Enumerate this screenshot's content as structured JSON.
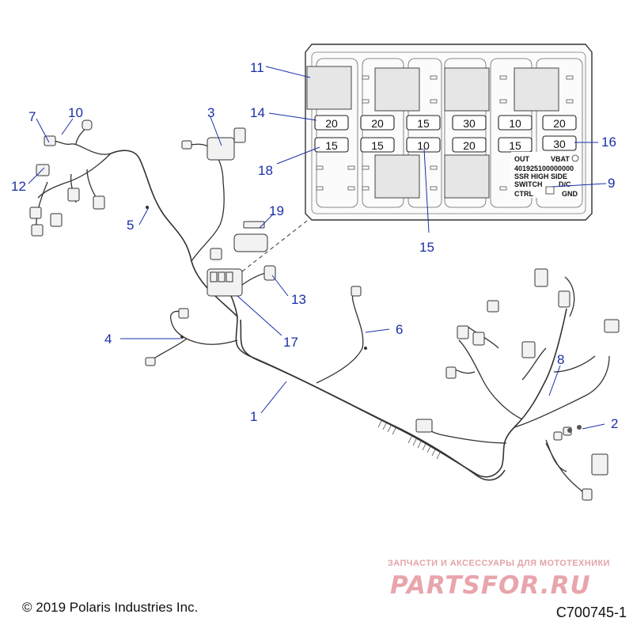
{
  "callouts": {
    "c1": "1",
    "c2": "2",
    "c3": "3",
    "c4": "4",
    "c5": "5",
    "c6": "6",
    "c7": "7",
    "c8": "8",
    "c9": "9",
    "c10": "10",
    "c11": "11",
    "c12": "12",
    "c13": "13",
    "c14": "14",
    "c15a": "15",
    "c16": "16",
    "c17": "17",
    "c18": "18",
    "c19": "19"
  },
  "fuse_box": {
    "row1": [
      "20",
      "20",
      "15",
      "30",
      "10",
      "20"
    ],
    "row2": [
      "15",
      "15",
      "10",
      "20",
      "15",
      "30"
    ],
    "relay_label": {
      "out": "OUT",
      "vbat": "VBAT",
      "part_number": "401925100000000",
      "line2": "SSR HIGH SIDE",
      "line3": "SWITCH",
      "dc": "D/C",
      "ctrl": "CTRL",
      "gnd": "GND"
    }
  },
  "footer": {
    "copyright": "© 2019 Polaris Industries Inc.",
    "figure_id": "C700745-1"
  },
  "watermark": {
    "tagline": "ЗАПЧАСТИ И АКСЕССУАРЫ ДЛЯ МОТОТЕХНИКИ",
    "brand": "PARTSFOR.RU"
  },
  "colors": {
    "callout": "#1a2fa8",
    "line_art": "#333333",
    "watermark": "#e8a5ab"
  }
}
